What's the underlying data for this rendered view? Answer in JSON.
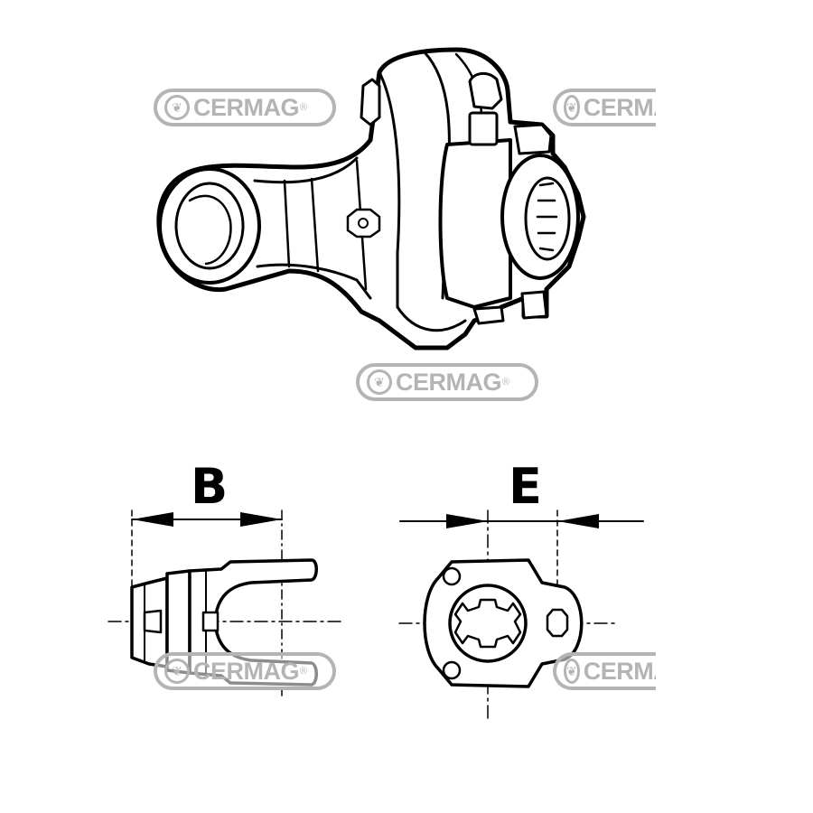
{
  "dimensions": {
    "b_label": "B",
    "e_label": "E"
  },
  "watermark": {
    "brand": "CERMAG",
    "mark": "®",
    "color": "#b4b4b4"
  },
  "drawing": {
    "line_color": "#000000",
    "background": "#ffffff"
  }
}
